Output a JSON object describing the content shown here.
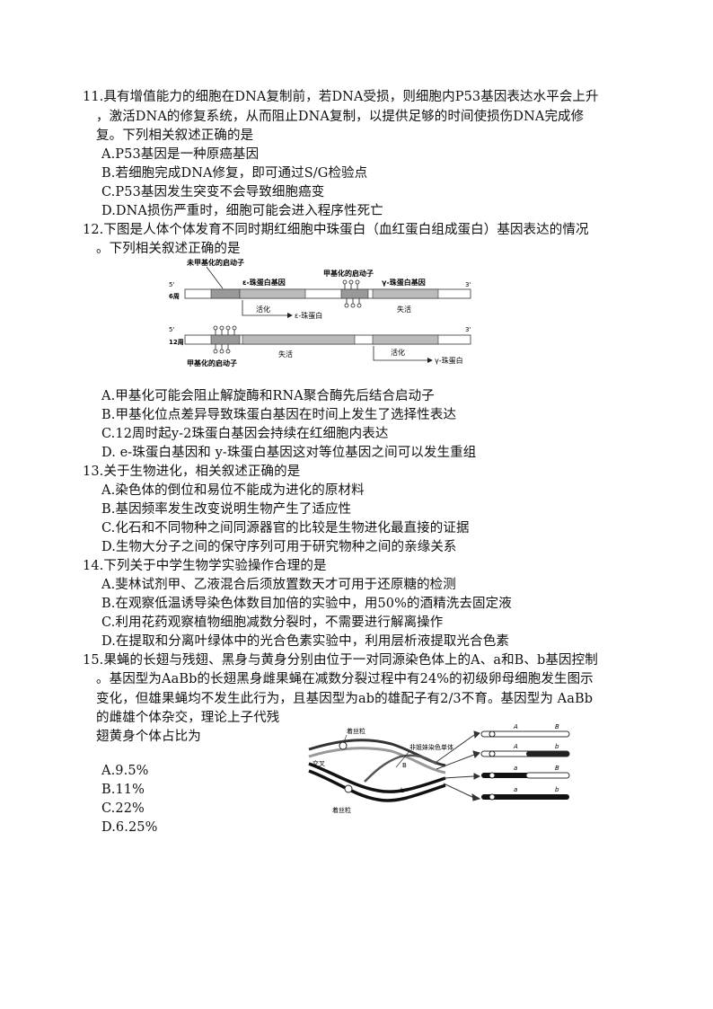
{
  "q11": {
    "lines": [
      "11.具有增值能力的细胞在DNA复制前，若DNA受损，则细胞内P53基因表达水平会上升",
      "，激活DNA的修复系统，从而阻止DNA复制，以提供足够的时间使损伤DNA完成修",
      "复。下列相关叙述正确的是"
    ],
    "options": [
      "A.P53基因是一种原癌基因",
      "B.若细胞完成DNA修复，即可通过S/G检验点",
      "C.P53基因发生突变不会导致细胞癌变",
      "D.DNA损伤严重时，细胞可能会进入程序性死亡"
    ]
  },
  "q12": {
    "lines": [
      "12.下图是人体个体发育不同时期红细胞中珠蛋白（血红蛋白组成蛋白）基因表达的情况",
      "。下列相关叙述正确的是"
    ],
    "figure": {
      "label_unmethylated_promoter": "未甲基化的启动子",
      "label_methylated_promoter_top": "甲基化的启动子",
      "label_methylated_promoter_bottom": "甲基化的启动子",
      "label_e_gene": "ε-珠蛋白基因",
      "label_y_gene": "γ-珠蛋白基因",
      "row1_label": "6周",
      "row2_label": "12周",
      "end5": "5'",
      "end3": "3'",
      "activate": "活化",
      "inactive": "失活",
      "e_protein": "ε-珠蛋白",
      "y_protein": "γ-珠蛋白"
    },
    "options": [
      "A.甲基化可能会阻止解旋酶和RNA聚合酶先后结合启动子",
      "B.甲基化位点差异导致珠蛋白基因在时间上发生了选择性表达",
      "C.12周时起y-2珠蛋白基因会持续在红细胞内表达",
      "D. e-珠蛋白基因和 y-珠蛋白基因这对等位基因之间可以发生重组"
    ]
  },
  "q13": {
    "lines": [
      "13.关于生物进化，相关叙述正确的是"
    ],
    "options": [
      "A.染色体的倒位和易位不能成为进化的原材料",
      "B.基因频率发生改变说明生物产生了适应性",
      "C.化石和不同物种之间同源器官的比较是生物进化最直接的证据",
      "D.生物大分子之间的保守序列可用于研究物种之间的亲缘关系"
    ]
  },
  "q14": {
    "lines": [
      "14.下列关于中学生物学实验操作合理的是"
    ],
    "options": [
      "A.斐林试剂甲、乙液混合后须放置数天才可用于还原糖的检测",
      "B.在观察低温诱导染色体数目加倍的实验中，用50%的酒精洗去固定液",
      "C.利用花药观察植物细胞减数分裂时，不需要进行解离操作",
      "D.在提取和分离叶绿体中的光合色素实验中，利用层析液提取光合色素"
    ]
  },
  "q15": {
    "lines": [
      "15.果蝇的长翅与残翅、黑身与黄身分别由位于一对同源染色体上的A、a和B、b基因控制",
      "。基因型为AaBb的长翅黑身雌果蝇在减数分裂过程中有24%的初级卵母细胞发生图示",
      "变化，但雄果蝇均不发生此行为，且基因型为ab的雄配子有2/3不育。基因型为 AaBb",
      "的雌雄个体杂交，理论上子代残",
      "翅黄身个体占比为"
    ],
    "figure": {
      "label_top": "着丝粒",
      "label_bottom": "着丝粒",
      "label_cross": "交叉",
      "label_sister": "非姐妹染色单体",
      "allele_A": "A",
      "allele_B": "B",
      "allele_a": "a",
      "allele_b": "b"
    },
    "options": [
      "A.9.5%",
      "B.11%",
      "C.22%",
      "D.6.25%"
    ]
  }
}
